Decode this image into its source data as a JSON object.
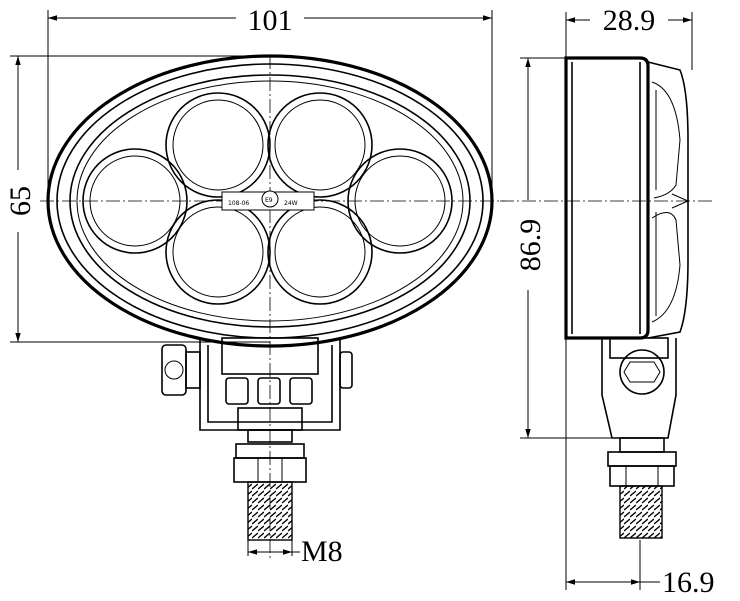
{
  "dimensions": {
    "width_front": "101",
    "height_front": "65",
    "depth_side": "28.9",
    "height_side": "86.9",
    "bracket_depth": "16.9",
    "thread": "M8"
  },
  "housing_marking": {
    "left": "108-06",
    "center": "E9",
    "right": "24W"
  }
}
